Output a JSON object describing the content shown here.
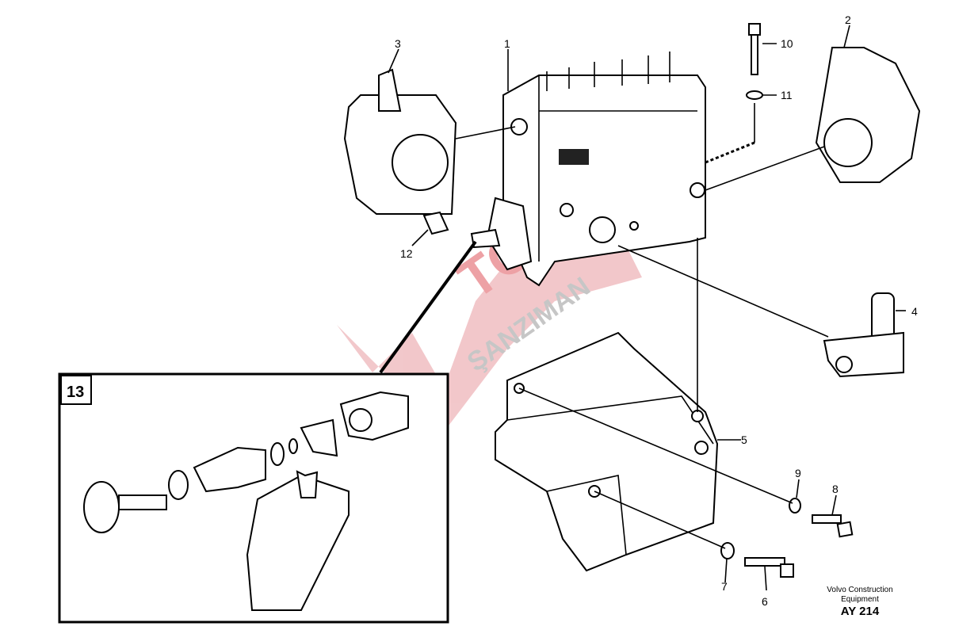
{
  "diagram": {
    "callouts": [
      "1",
      "2",
      "3",
      "4",
      "5",
      "6",
      "7",
      "8",
      "9",
      "10",
      "11",
      "12"
    ],
    "detail_box_label": "13"
  },
  "caption": {
    "line1": "Volvo Construction",
    "line2": "Equipment",
    "code": "AY 214"
  },
  "watermark": {
    "text1": "TORK",
    "text2": "ŞANZIMAN",
    "color": "#e0565d"
  }
}
